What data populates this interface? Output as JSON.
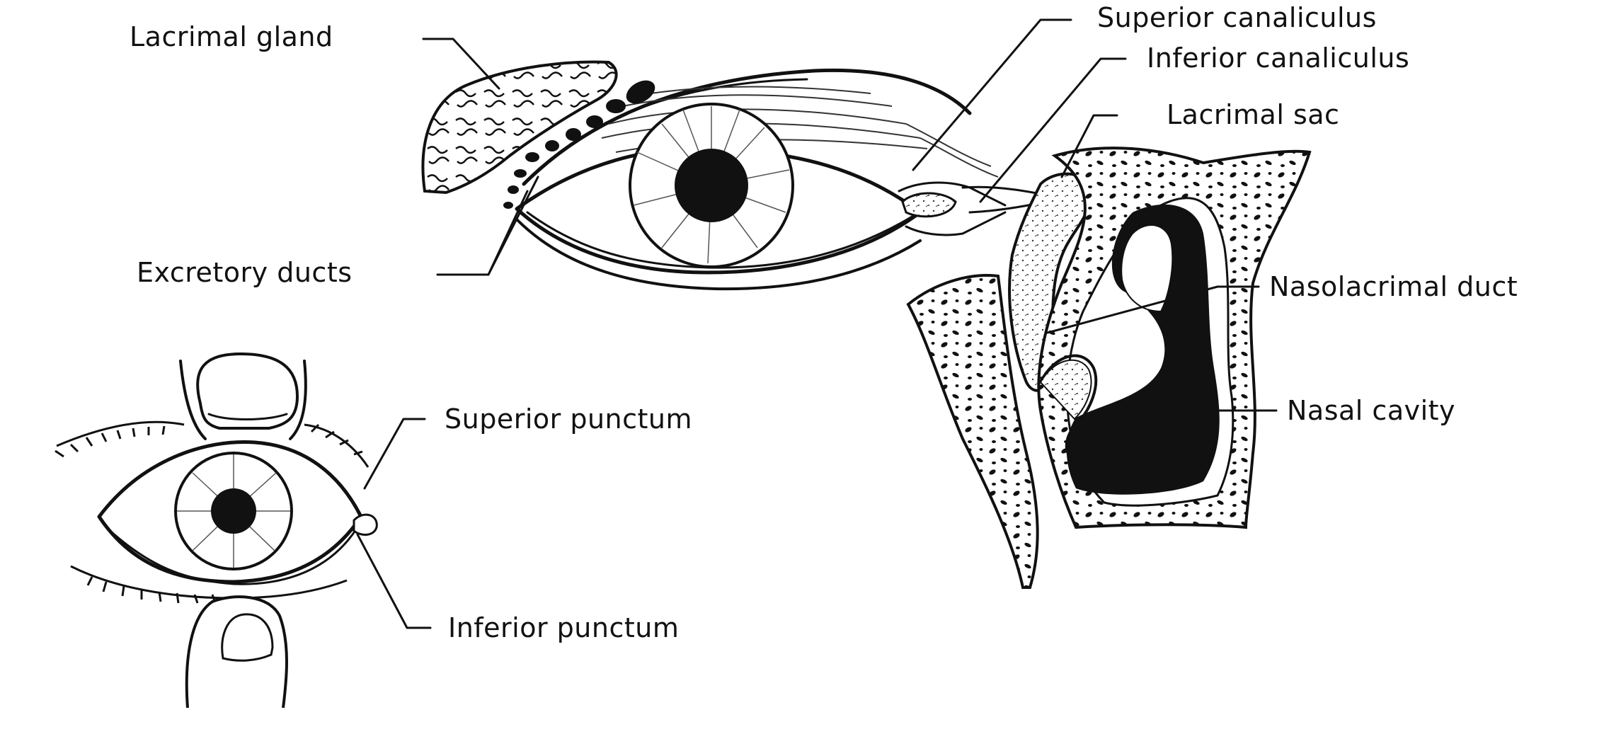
{
  "labels": {
    "lacrimal_gland": "Lacrimal gland",
    "excretory_ducts": "Excretory ducts",
    "superior_canaliculus": "Superior canaliculus",
    "inferior_canaliculus": "Inferior canaliculus",
    "lacrimal_sac": "Lacrimal sac",
    "nasolacrimal_duct": "Nasolacrimal duct",
    "nasal_cavity": "Nasal cavity",
    "superior_punctum": "Superior punctum",
    "inferior_punctum": "Inferior punctum"
  },
  "colors": {
    "ink": "#111111",
    "background": "#ffffff"
  }
}
